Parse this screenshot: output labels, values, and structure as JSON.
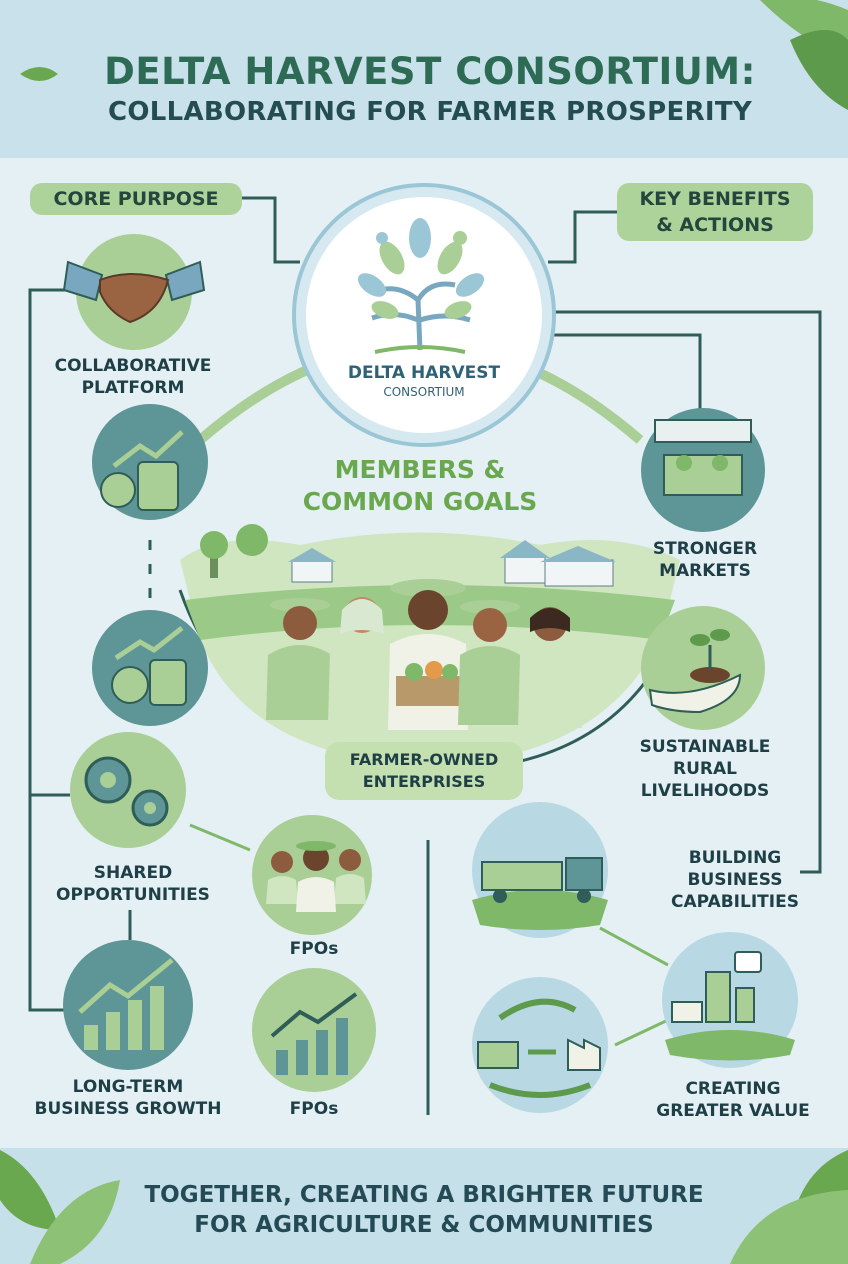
{
  "header": {
    "title": "DELTA HARVEST CONSORTIUM:",
    "subtitle": "COLLABORATING FOR FARMER PROSPERITY"
  },
  "center": {
    "logo_name": "DELTA HARVEST",
    "logo_sub": "CONSORTIUM",
    "members_title_1": "MEMBERS &",
    "members_title_2": "COMMON GOALS",
    "farmer_owned_1": "FARMER-OWNED",
    "farmer_owned_2": "ENTERPRISES"
  },
  "left": {
    "section": "CORE PURPOSE",
    "items": [
      {
        "line1": "COLLABORATIVE",
        "line2": "PLATFORM",
        "icon": "handshake-icon"
      },
      {
        "line1": "",
        "line2": "",
        "icon": "coins-growth-icon"
      },
      {
        "line1": "",
        "line2": "",
        "icon": "coins-growth-icon"
      },
      {
        "line1": "SHARED",
        "line2": "OPPORTUNITIES",
        "icon": "gears-icon"
      },
      {
        "line1": "LONG-TERM",
        "line2": "BUSINESS GROWTH",
        "icon": "bar-chart-icon"
      }
    ],
    "fpo_labels": [
      "FPOs",
      "FPOs"
    ]
  },
  "right": {
    "section_1": "KEY BENEFITS",
    "section_2": "& ACTIONS",
    "items": [
      {
        "line1": "STRONGER",
        "line2": "MARKETS",
        "icon": "market-stall-icon"
      },
      {
        "line1": "SUSTAINABLE",
        "line2": "RURAL",
        "line3": "LIVELIHOODS",
        "icon": "hand-plant-icon"
      },
      {
        "line1": "BUILDING",
        "line2": "BUSINESS",
        "line3": "CAPABILITIES",
        "icon": "truck-icon"
      },
      {
        "line1": "CREATING",
        "line2": "GREATER VALUE",
        "icon": "factory-cycle-icon"
      }
    ]
  },
  "footer": {
    "line1": "TOGETHER, CREATING A BRIGHTER FUTURE",
    "line2": "FOR AGRICULTURE & COMMUNITIES"
  },
  "colors": {
    "header_bg": "#c9e1eb",
    "page_bg": "#e4f0f4",
    "title_green": "#2d6b55",
    "title_dark": "#244d52",
    "pill_green": "#aed39a",
    "connector": "#2f5d57",
    "circle_green": "#a9cf96",
    "circle_teal": "#5e9596",
    "circle_blue": "#b8d8e4"
  }
}
